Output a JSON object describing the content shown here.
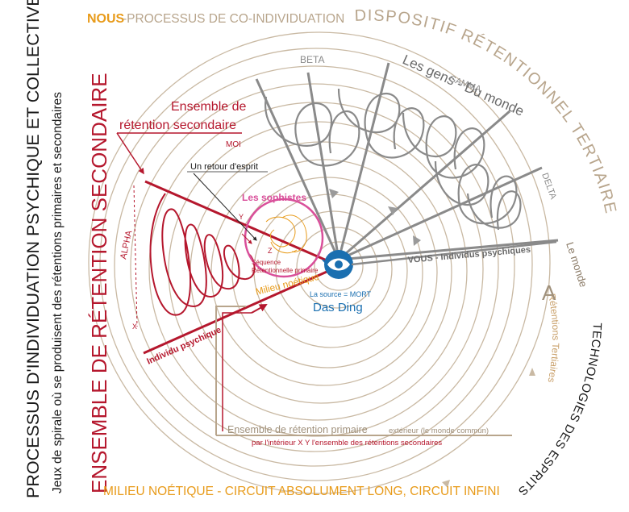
{
  "left_titles": {
    "main": "PROCESSUS D'INDIVIDUATION PSYCHIQUE ET COLLECTIVE",
    "sub": "Jeux de spirale où se produisent des rétentions primaires et secondaires",
    "red": "ENSEMBLE DE RÉTENTION SECONDAIRE"
  },
  "top": {
    "nous": "NOUS",
    "processus": "-PROCESSUS DE CO-INDIVIDUATION",
    "dispositif": "DISPOSITIF RÉTENTIONNEL TERTIAIRE"
  },
  "labels": {
    "beta": "BETA",
    "gamma": "GAMMA",
    "delta": "DELTA",
    "alpha": "ALPHA",
    "les_gens": "Les gens - Du monde",
    "ensemble_sec_1": "Ensemble de",
    "ensemble_sec_2": "rétention secondaire",
    "moi": "MOI",
    "retour": "Un retour d'esprit",
    "sophistes": "Les sophistes",
    "sequence_1": "Séquence",
    "sequence_2": "Rétentionnelle primaire",
    "milieu_noetique": "Milieu noétique",
    "y_small": "Y",
    "z_small": "Z",
    "x_small": "X",
    "source": "La source = MORT",
    "das_ding": "Das Ding",
    "vous": "VOUS - Individus psychiques",
    "individu": "Individu psychique",
    "le_monde": "Le monde",
    "a_letter": "A",
    "retentions_tertiaires": "Rétentions Tertiaires",
    "technologies": "TECHNOLOGIES DES ESPRITS",
    "primaire_1": "Ensemble de rétention primaire",
    "primaire_1b": "extérieur (le monde commun)",
    "primaire_2": "par l'intérieur X Y l'ensemble des rétentions secondaires",
    "bottom": "MILIEU NOÉTIQUE - CIRCUIT ABSOLUMENT LONG, CIRCUIT INFINI"
  },
  "colors": {
    "red": "#b5172d",
    "orange": "#e89b1a",
    "beige": "#b8a58c",
    "gray": "#8a8a8a",
    "blue": "#1a6fb0",
    "pink": "#d94f9a"
  }
}
